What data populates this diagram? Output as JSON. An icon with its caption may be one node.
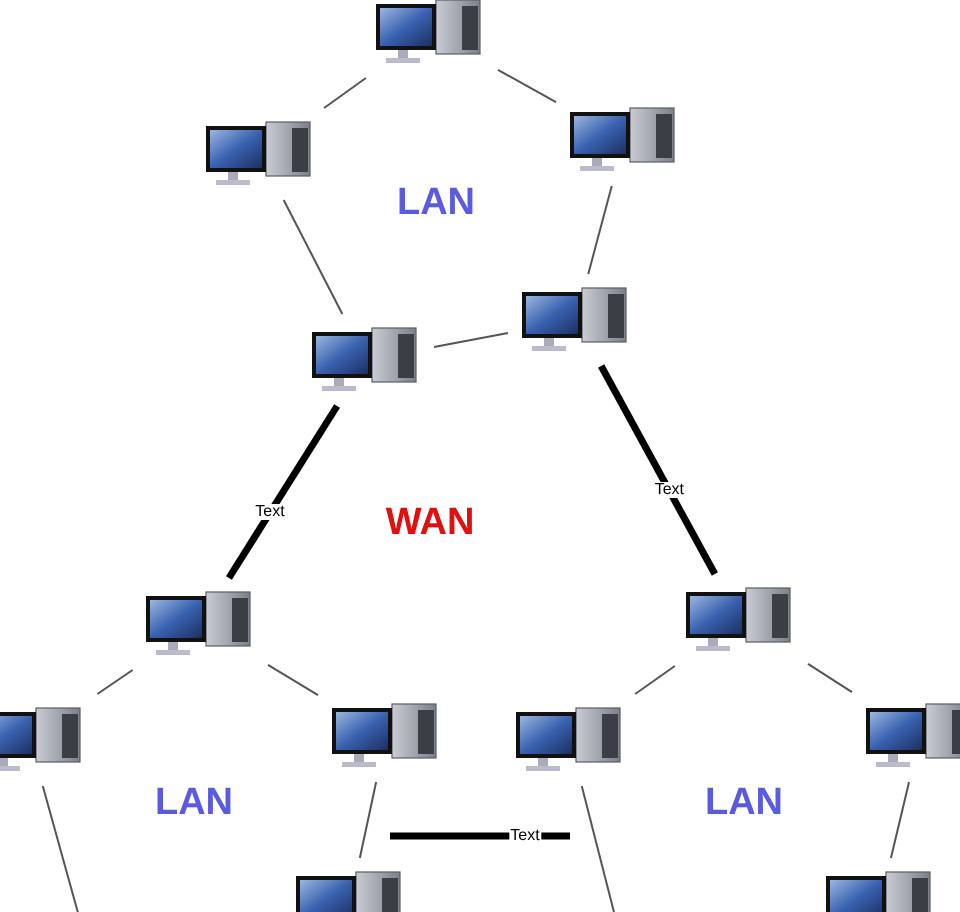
{
  "diagram": {
    "nodes": [
      {
        "text": [],
        "shape": "picture"
      },
      {
        "text": [],
        "shape": "picture"
      },
      {
        "text": [],
        "shape": "picture"
      },
      {
        "text": [],
        "shape": "picture"
      },
      {
        "text": [],
        "shape": "picture"
      },
      {
        "text": [],
        "shape": "picture"
      },
      {
        "text": [],
        "shape": "picture"
      },
      {
        "text": [],
        "shape": "picture"
      },
      {
        "text": [],
        "shape": "picture"
      },
      {
        "text": [],
        "shape": "picture"
      },
      {
        "text": [],
        "shape": "picture"
      },
      {
        "text": [],
        "shape": "picture"
      },
      {
        "text": [],
        "shape": "picture"
      }
    ],
    "edges": [
      {
        "from": 0,
        "to": 1,
        "arrow": "none"
      },
      {
        "from": 0,
        "to": 2,
        "arrow": "none"
      },
      {
        "from": 1,
        "to": 3,
        "arrow": "none"
      },
      {
        "from": 2,
        "to": 4,
        "arrow": "none"
      },
      {
        "from": 3,
        "to": 4,
        "arrow": "none"
      },
      {
        "from": 3,
        "to": 5,
        "arrow": "none",
        "label": "Text",
        "style": "thick"
      },
      {
        "from": 4,
        "to": 9,
        "arrow": "none",
        "label": "Text",
        "style": "thick"
      },
      {
        "from": 5,
        "to": 6,
        "arrow": "none"
      },
      {
        "from": 5,
        "to": 7,
        "arrow": "none"
      },
      {
        "from": 7,
        "to": 8,
        "arrow": "none"
      },
      {
        "from": 6,
        "to": null,
        "arrow": "none"
      },
      {
        "from": 9,
        "to": 10,
        "arrow": "none"
      },
      {
        "from": 9,
        "to": 11,
        "arrow": "none"
      },
      {
        "from": 11,
        "to": 12,
        "arrow": "none"
      },
      {
        "from": 10,
        "to": null,
        "arrow": "none"
      },
      {
        "from": 8,
        "to": 10,
        "arrow": "none",
        "label": "Text",
        "style": "thick"
      }
    ],
    "labels": [
      "LAN",
      "WAN",
      "LAN",
      "LAN"
    ]
  }
}
